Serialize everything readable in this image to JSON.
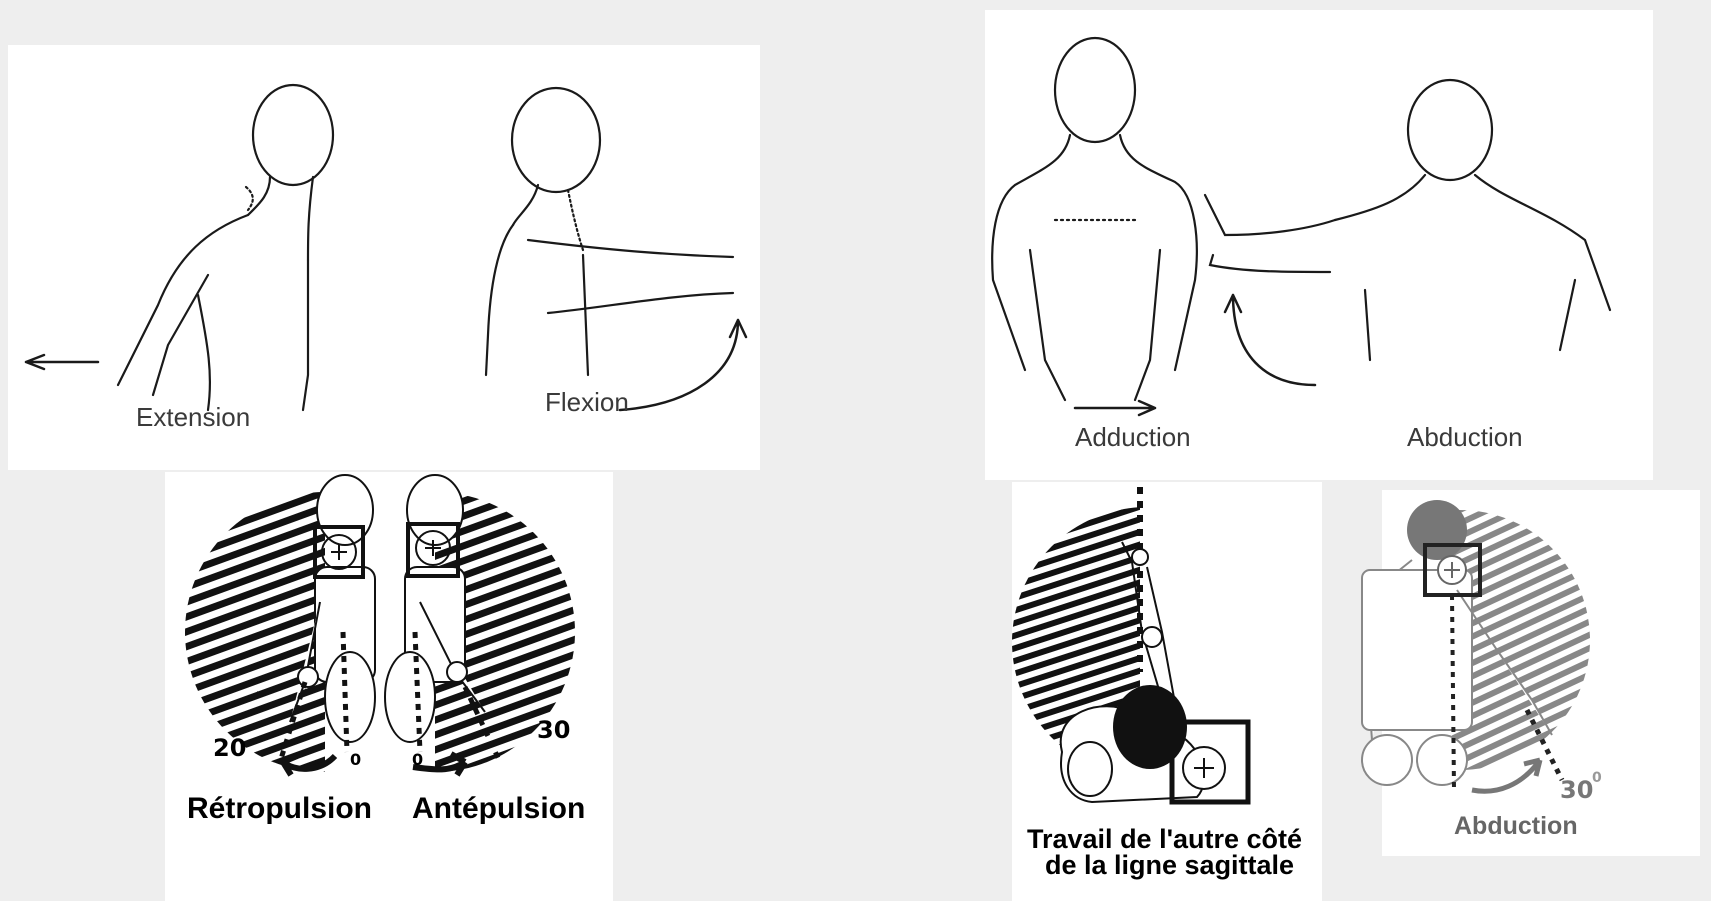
{
  "colors": {
    "background": "#eeeeee",
    "ink": "#1a1a1a",
    "hatch": "#111111",
    "grey_ink": "#777777"
  },
  "panels": {
    "extension_flexion": {
      "extension_label": "Extension",
      "flexion_label": "Flexion"
    },
    "adduction_abduction": {
      "adduction_label": "Adduction",
      "abduction_label": "Abduction"
    },
    "retro_ante": {
      "retro_label": "Rétropulsion",
      "ante_label": "Antépulsion",
      "retro_angle": "20",
      "ante_angle": "30",
      "zero_left": "0",
      "zero_right": "0"
    },
    "sagittal": {
      "label_line1": "Travail de l'autre côté",
      "label_line2": "de la ligne sagittale"
    },
    "abduction_grey": {
      "label": "Abduction",
      "angle": "30",
      "degree": "0"
    }
  }
}
